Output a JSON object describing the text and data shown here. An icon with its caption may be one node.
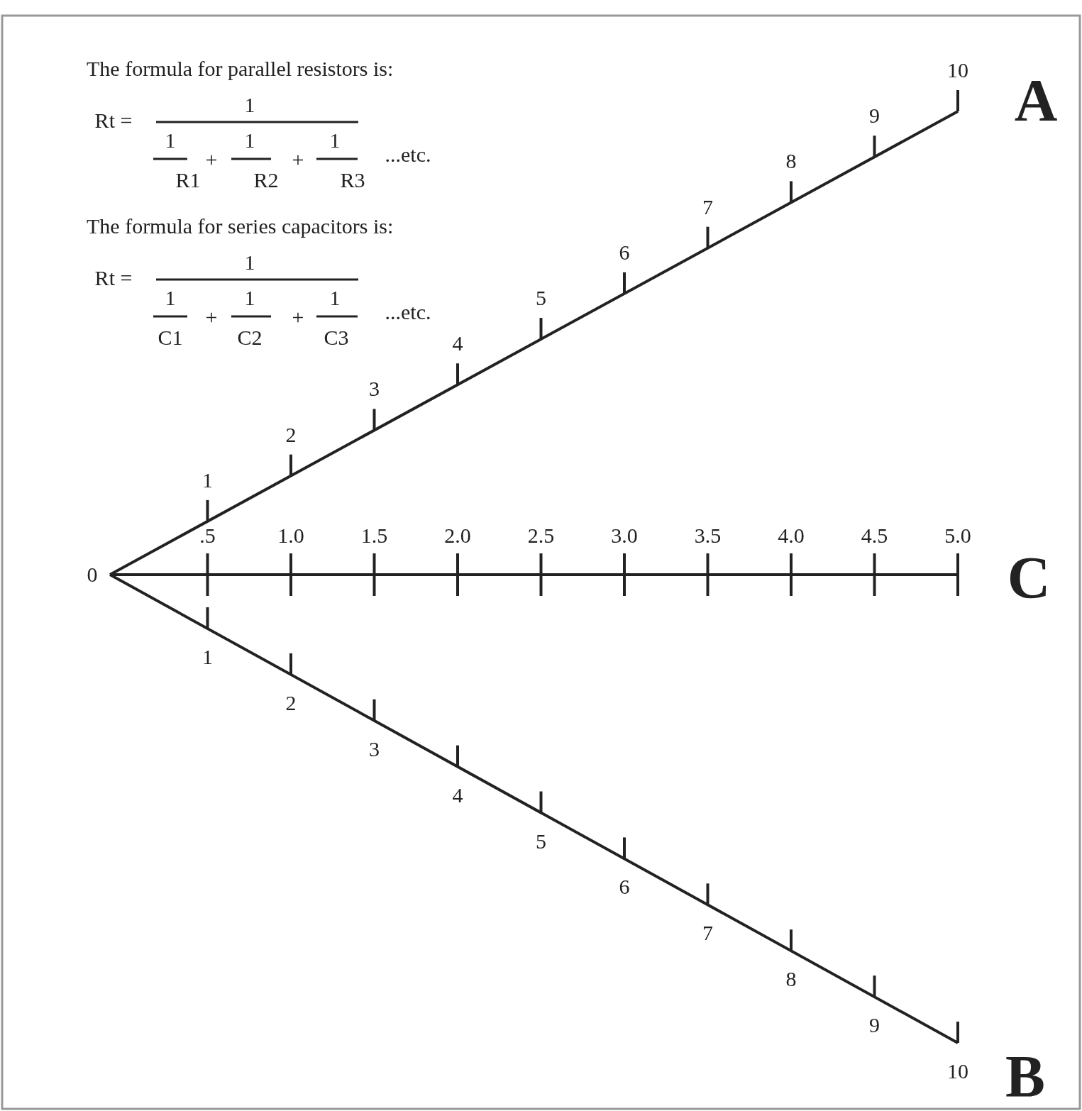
{
  "diagram": {
    "labels": [
      "The formula for parallel resistors is:",
      "Rt =",
      "1",
      "1",
      "+",
      "1",
      "+",
      "1",
      "...etc.",
      "R1",
      "R2",
      "R3",
      "The formula for series capacitors is:",
      "Rt =",
      "1",
      "1",
      "+",
      "1",
      "+",
      "1",
      "...etc.",
      "C1",
      "C2",
      "C3",
      "A",
      "C",
      "B",
      "0",
      "1",
      "2",
      "3",
      "4",
      "5",
      "6",
      "7",
      "8",
      "9",
      "10",
      ".5",
      "1.0",
      "1.5",
      "2.0",
      "2.5",
      "3.0",
      "3.5",
      "4.0",
      "4.5",
      "5.0",
      "1",
      "2",
      "3",
      "4",
      "5",
      "6",
      "7",
      "8",
      "9",
      "10"
    ]
  }
}
